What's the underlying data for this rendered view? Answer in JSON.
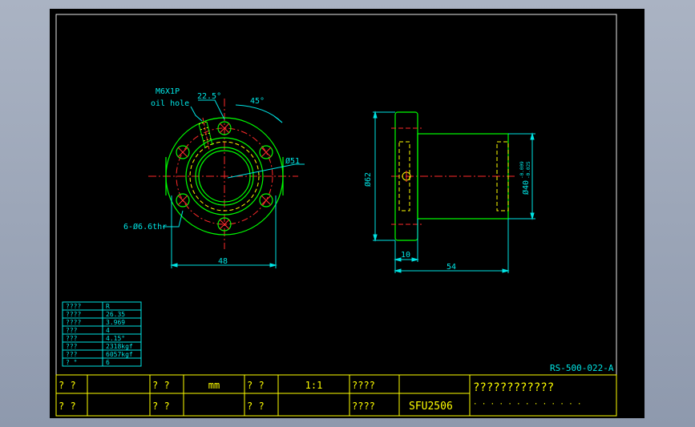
{
  "colors": {
    "frame": "#e8e8e8",
    "body": "#00ff00",
    "center": "#ff2a2a",
    "hidden": "#ffff00",
    "dim": "#00e5e5",
    "hole": "#ff3030",
    "table": "#00e5e5",
    "title": "#ffff00",
    "bg": "#000000"
  },
  "front_view": {
    "thread_label": "M6X1P",
    "hole_label": "oil hole",
    "angle_a": "22.5°",
    "angle_b": "45°",
    "pcd_dim": "Ø51",
    "bolt_dim": "6-Ø6.6thr",
    "width_dim": "48"
  },
  "side_view": {
    "flange_dia": "Ø62",
    "body_dia": "Ø40",
    "body_tol_upper": "-0.009",
    "body_tol_lower": "-0.025",
    "flange_thk": "10",
    "length": "54"
  },
  "spec_table": {
    "rows": [
      {
        "k": "????",
        "v": "R"
      },
      {
        "k": "????",
        "v": "26.35"
      },
      {
        "k": "????",
        "v": "3.969"
      },
      {
        "k": "???",
        "v": "4"
      },
      {
        "k": "???",
        "v": "4.15°"
      },
      {
        "k": "???",
        "v": "2318kgf"
      },
      {
        "k": "???",
        "v": "6057kgf"
      },
      {
        "k": "?  °",
        "v": "6"
      }
    ]
  },
  "drawing_number": "RS-500-022-A",
  "title_block": {
    "r1": [
      "? ?",
      "",
      "? ?",
      "mm",
      "? ?",
      "1:1",
      "????",
      ""
    ],
    "r2": [
      "? ?",
      "",
      "? ?",
      "",
      "? ?",
      "",
      "????",
      "SFU2506"
    ],
    "company": "????????????",
    "company_sub": "· · · · · · · · · · · · ·"
  }
}
